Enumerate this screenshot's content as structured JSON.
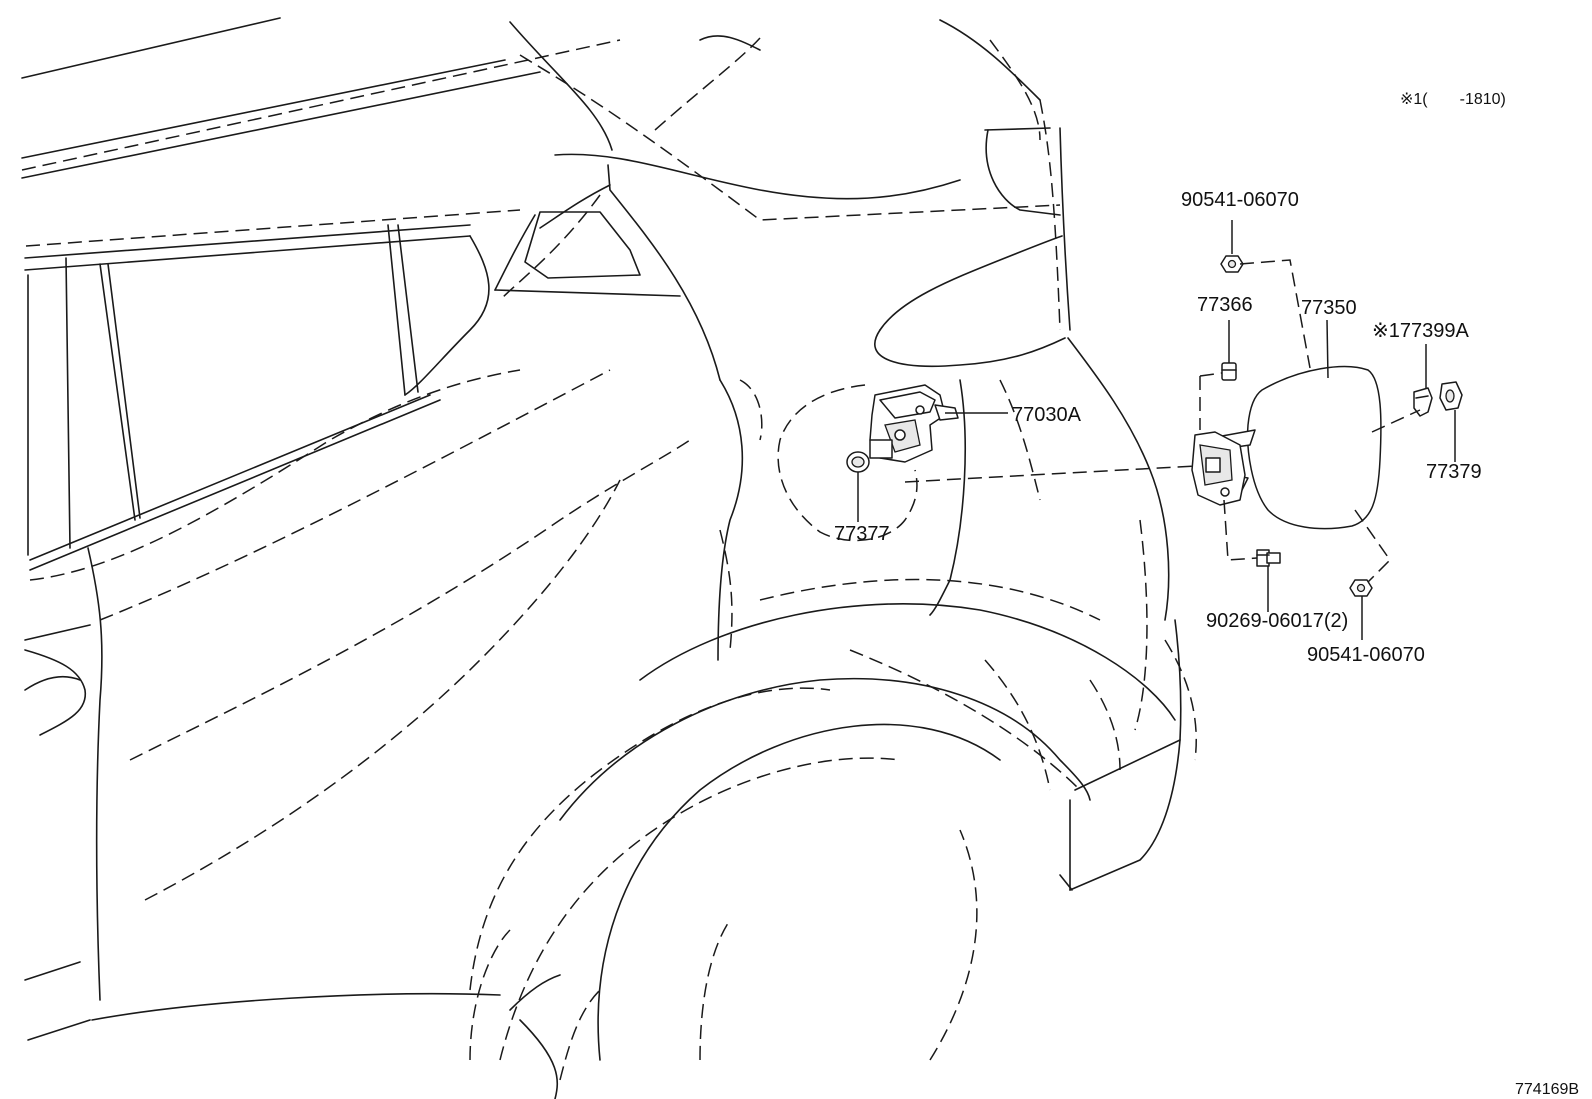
{
  "header": {
    "applicability_note": "※1(　　-1810)"
  },
  "callouts": {
    "bolt_top": "90541-06070",
    "part_77366": "77366",
    "part_77350": "77350",
    "part_77399a": "※177399A",
    "part_77030a": "77030A",
    "part_77379": "77379",
    "part_77377": "77377",
    "screw": "90269-06017(2)",
    "bolt_bottom": "90541-06070"
  },
  "footer": {
    "illustration_code": "774169B"
  }
}
